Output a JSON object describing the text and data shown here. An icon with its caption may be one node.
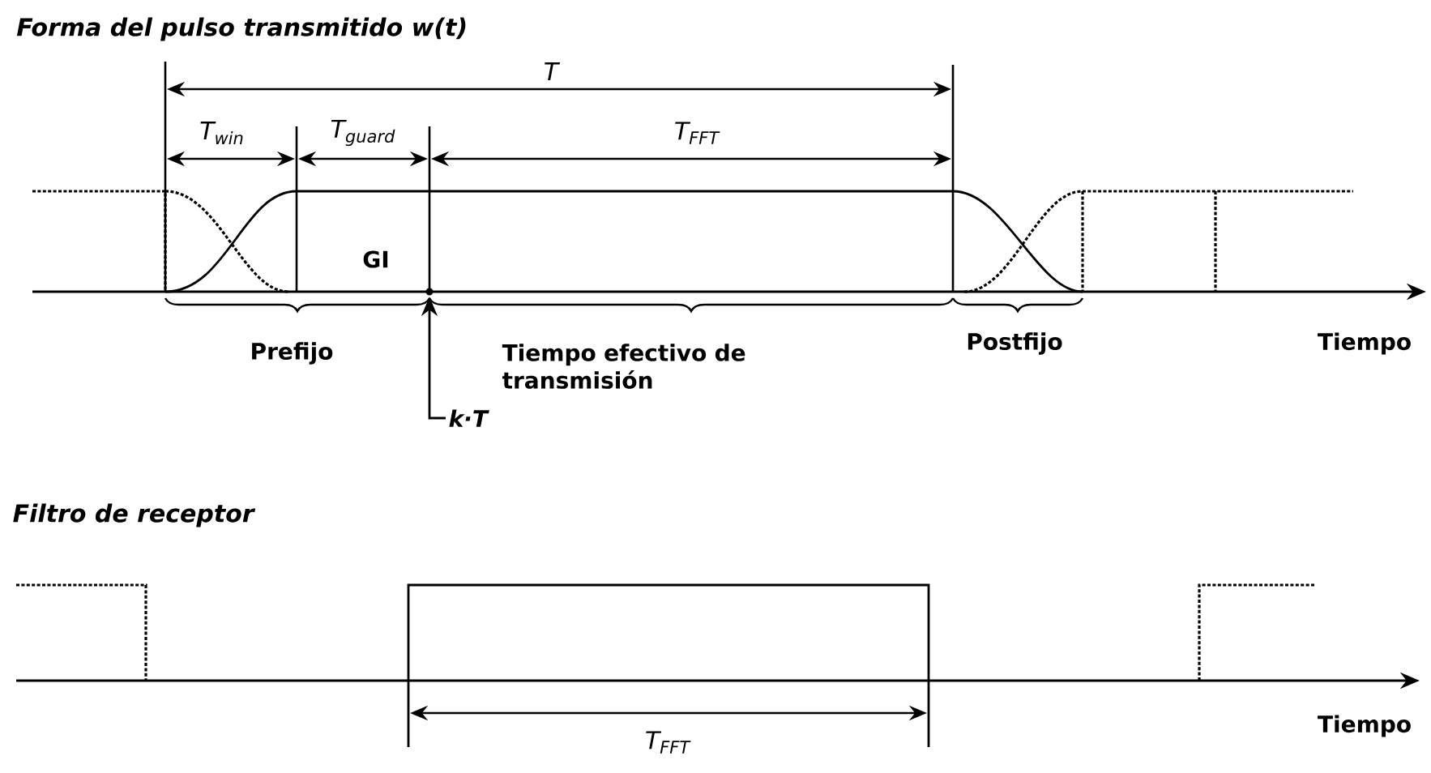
{
  "diagram": {
    "title": "Forma del pulso transmitido w(t)",
    "nodes": [
      {
        "text": [
          "k·T"
        ]
      },
      {
        "text": [],
        "shape": "circle"
      }
    ],
    "edges": [
      {
        "from": 0,
        "to": 1,
        "arrow": "to"
      }
    ],
    "labels": [
      "T",
      "T$_{win}$",
      "T$_{guard}$",
      "T$_{FFT}$",
      "GI",
      "Prefijo",
      "Tiempo efectivo de transmisión",
      "Postfijo",
      "Tiempo",
      "Filtro de receptor",
      "T$_{FFT}$",
      "Tiempo"
    ]
  }
}
